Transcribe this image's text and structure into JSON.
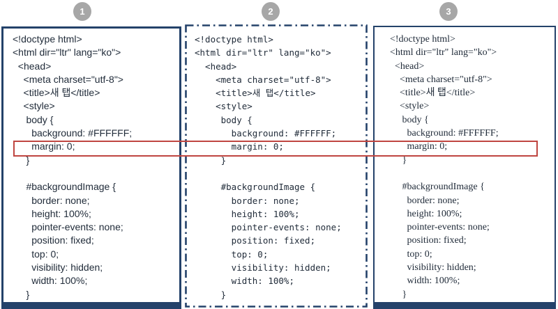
{
  "colors": {
    "page-bg": "#ffffff",
    "panel-border": "#24426a",
    "badge-bg": "#a7a7a7",
    "badge-fg": "#ffffff",
    "code-fg": "#212c3a",
    "highlight": "#bf4540"
  },
  "badges": [
    {
      "label": "1"
    },
    {
      "label": "2"
    },
    {
      "label": "3"
    }
  ],
  "code": {
    "lines": [
      "<!doctype html>",
      "<html dir=\"ltr\" lang=\"ko\">",
      "  <head>",
      "    <meta charset=\"utf-8\">",
      "    <title>새 탭</title>",
      "    <style>",
      "     body {",
      "       background: #FFFFFF;",
      "       margin: 0;",
      "     }",
      "",
      "     #backgroundImage {",
      "       border: none;",
      "       height: 100%;",
      "       pointer-events: none;",
      "       position: fixed;",
      "       top: 0;",
      "       visibility: hidden;",
      "       width: 100%;",
      "     }"
    ]
  },
  "highlight": {
    "text": "margin: 0;",
    "line_number": 9
  }
}
